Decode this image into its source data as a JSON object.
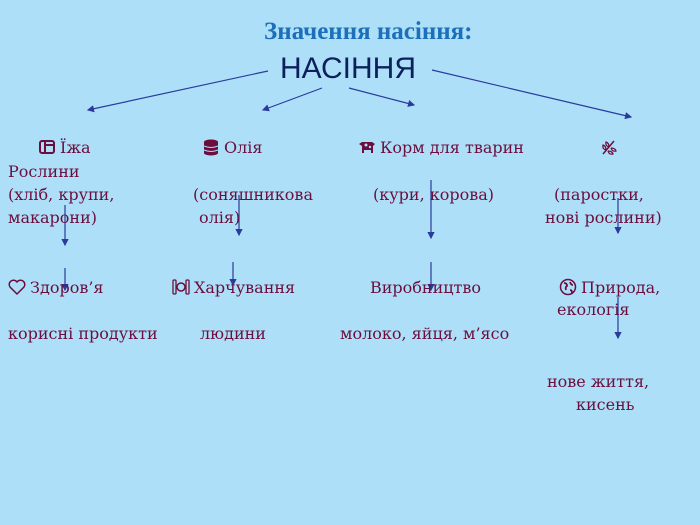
{
  "title": "Значення   насіння:",
  "root": "НАСІННЯ",
  "colors": {
    "background": "#ade0f8",
    "title": "#1c6fb8",
    "root": "#0d1f5c",
    "text": "#6b0e3e",
    "arrows": "#2c3a9c"
  },
  "uses": [
    {
      "icon": "window-icon",
      "label": "Їжа",
      "extra": "Рослини",
      "detail1": "(хліб, крупи,",
      "detail2": " макарони)"
    },
    {
      "icon": "database-icon",
      "label": "Олія",
      "detail1": "(соняшникова",
      "detail2": "олія)"
    },
    {
      "icon": "cow-icon",
      "label": "Корм для тварин",
      "detail1": "(кури, корова)"
    },
    {
      "icon": "wheat-icon",
      "label": "",
      "detail1": "(паростки,",
      "detail2": "нові рослини)"
    }
  ],
  "results": [
    {
      "icon": "heart-icon",
      "label": "Здоров’я",
      "detail": "корисні продукти"
    },
    {
      "icon": "plate-icon",
      "label": "Харчування",
      "detail": "людини"
    },
    {
      "icon": "",
      "label": "Виробництво",
      "detail": "молоко, яйця, м’ясо"
    },
    {
      "icon": "globe-icon",
      "label": "Природа,",
      "label2": "екологія",
      "detail1": "нове життя,",
      "detail2": "кисень"
    }
  ]
}
